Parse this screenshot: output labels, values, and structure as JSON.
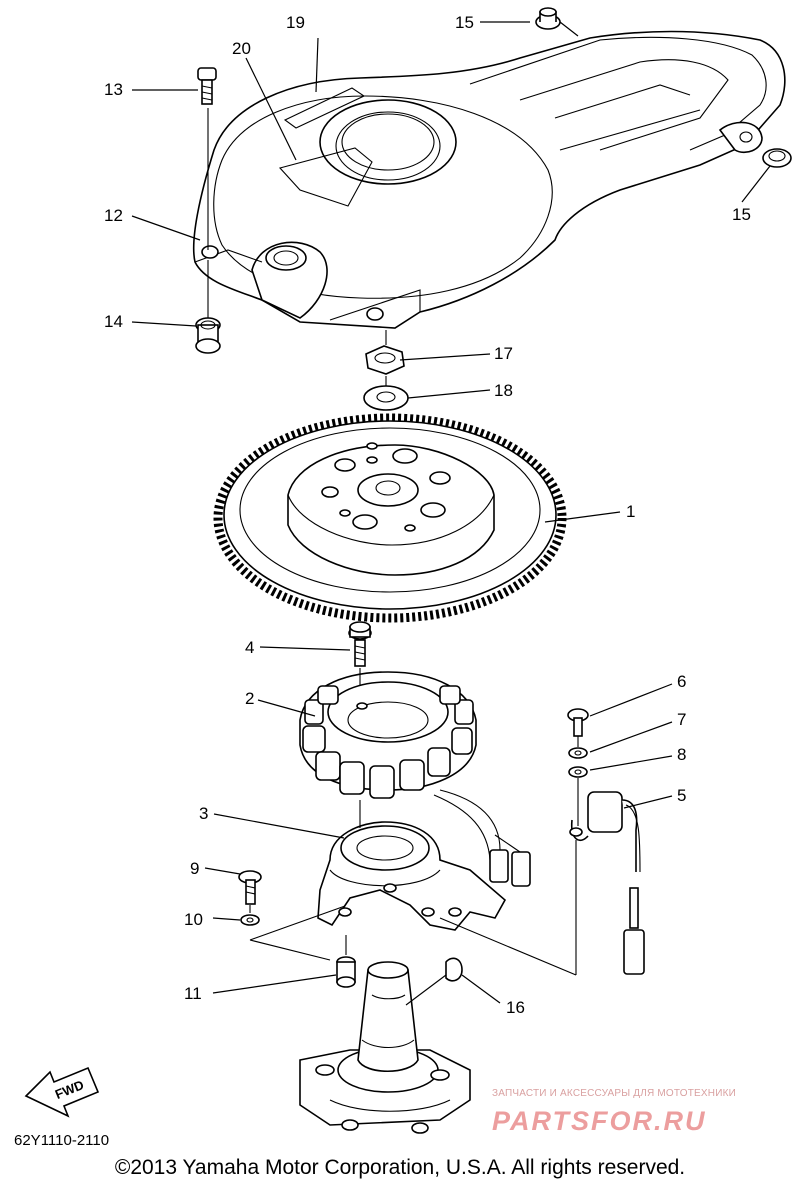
{
  "callouts": {
    "c1": "1",
    "c2": "2",
    "c3": "3",
    "c4": "4",
    "c5": "5",
    "c6": "6",
    "c7": "7",
    "c8": "8",
    "c9": "9",
    "c10": "10",
    "c11": "11",
    "c12": "12",
    "c13": "13",
    "c14": "14",
    "c15a": "15",
    "c15b": "15",
    "c16": "16",
    "c17": "17",
    "c18": "18",
    "c19": "19",
    "c20": "20"
  },
  "diagram_code": "62Y1110-2110",
  "fwd_label": "FWD",
  "copyright": "©2013 Yamaha Motor Corporation, U.S.A. All rights reserved.",
  "watermark": {
    "small": "ЗАПЧАСТИ И АКСЕССУАРЫ ДЛЯ МОТОТЕХНИКИ",
    "big": "PARTSFOR.RU"
  }
}
